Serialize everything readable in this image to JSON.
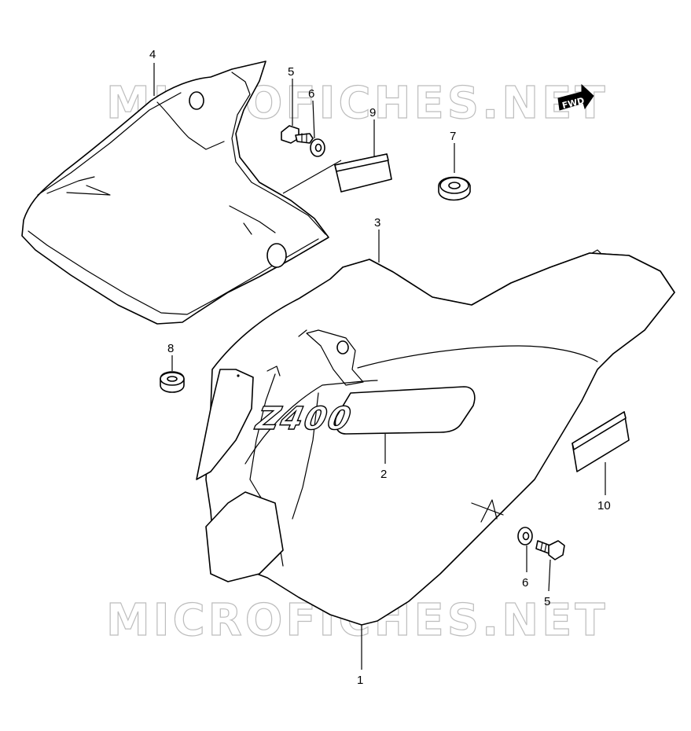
{
  "watermark": {
    "top": "MICROFICHES.NET",
    "bottom": "MICROFICHES.NET"
  },
  "direction_badge": {
    "label": "FWD"
  },
  "emblem": {
    "text": "Z400"
  },
  "callouts": [
    {
      "id": "c1",
      "label": "1"
    },
    {
      "id": "c2",
      "label": "2"
    },
    {
      "id": "c3",
      "label": "3"
    },
    {
      "id": "c4",
      "label": "4"
    },
    {
      "id": "c5a",
      "label": "5"
    },
    {
      "id": "c6a",
      "label": "6"
    },
    {
      "id": "c7",
      "label": "7"
    },
    {
      "id": "c8",
      "label": "8"
    },
    {
      "id": "c9",
      "label": "9"
    },
    {
      "id": "c10",
      "label": "10"
    },
    {
      "id": "c6b",
      "label": "6"
    },
    {
      "id": "c5b",
      "label": "5"
    }
  ],
  "colors": {
    "line": "#000000",
    "watermark": "#bdbdbd",
    "background": "#ffffff"
  }
}
